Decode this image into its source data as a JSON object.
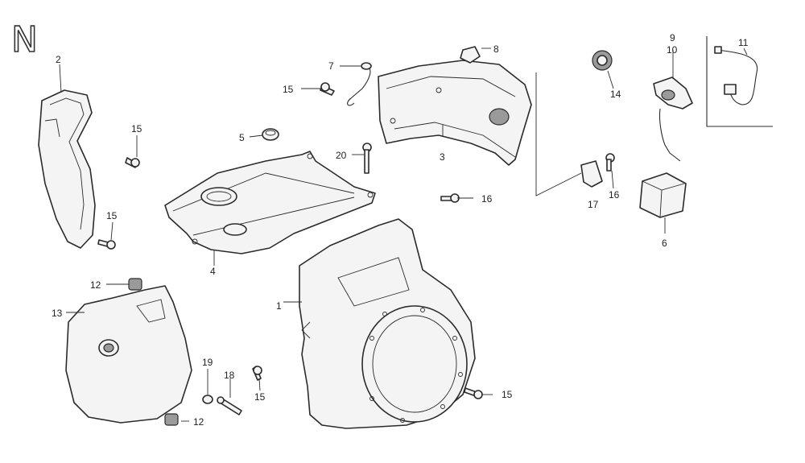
{
  "section_letter": "N",
  "callouts": {
    "c1": "1",
    "c2": "2",
    "c3": "3",
    "c4": "4",
    "c5": "5",
    "c6": "6",
    "c7": "7",
    "c8": "8",
    "c9": "9",
    "c10": "10",
    "c11": "11",
    "c12a": "12",
    "c12b": "12",
    "c13": "13",
    "c14": "14",
    "c15a": "15",
    "c15b": "15",
    "c15c": "15",
    "c15d": "15",
    "c15e": "15",
    "c16a": "16",
    "c16b": "16",
    "c17": "17",
    "c18": "18",
    "c19": "19",
    "c20": "20"
  }
}
